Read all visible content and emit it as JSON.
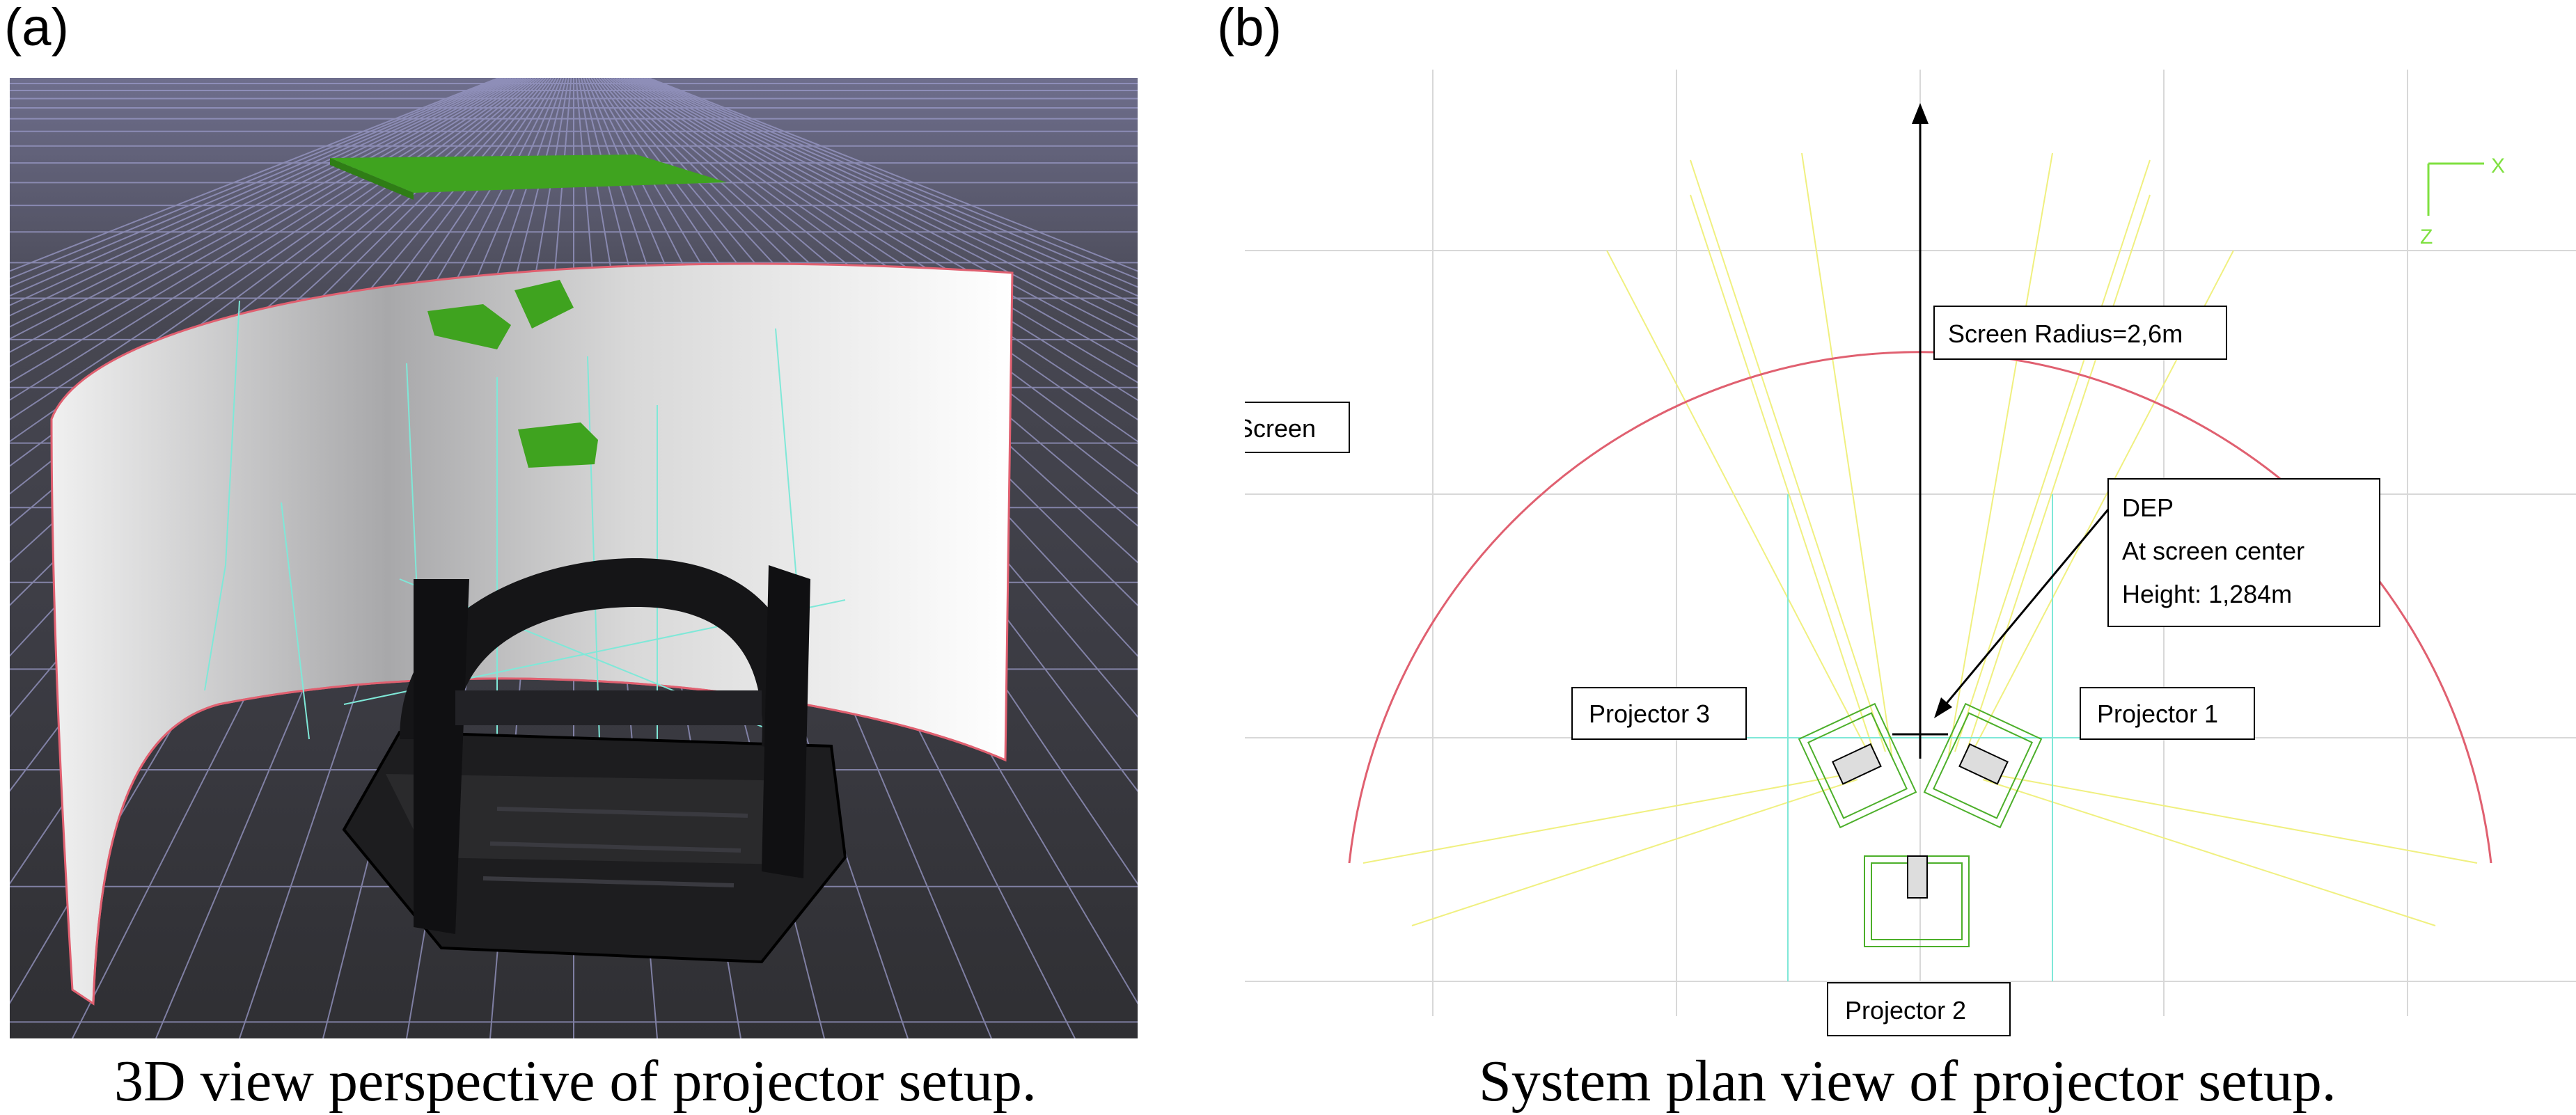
{
  "panels": [
    {
      "label": "(a)",
      "caption": "3D view perspective of projector setup."
    },
    {
      "label": "(b)",
      "caption": "System plan view of projector setup.",
      "labels": {
        "screen": "Screen",
        "radius": "Screen Radius=2,6m",
        "dep_line1": "DEP",
        "dep_line2": "At screen center",
        "dep_line3": "Height: 1,284m",
        "projector1": "Projector 1",
        "projector2": "Projector 2",
        "projector3": "Projector 3",
        "axis_x": "X",
        "axis_z": "Z"
      }
    }
  ],
  "colors": {
    "grid_background": "#3c3c3c",
    "grid_lines": "#9a9ac8",
    "screen_curve": "#e06070",
    "projector_frustum": "#f0f080",
    "projector_body_green": "#4caf2a",
    "cyan_guides": "#7fe8d8"
  }
}
